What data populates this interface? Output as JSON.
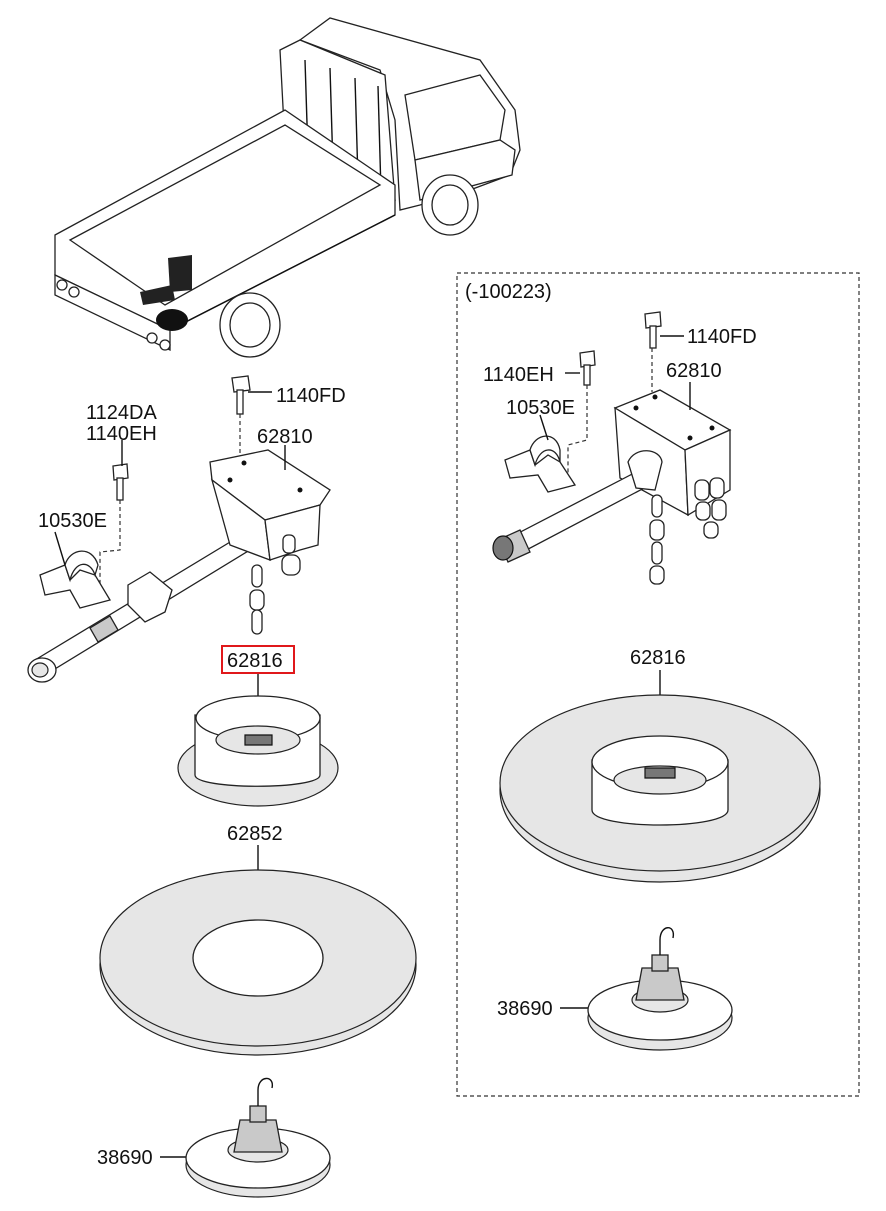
{
  "labels": {
    "main": {
      "p1140fd": "1140FD",
      "p62810": "62810",
      "p1124da": "1124DA",
      "p1140eh": "1140EH",
      "p10530e": "10530E",
      "p62816": "62816",
      "p62852": "62852",
      "p38690": "38690"
    },
    "variant": {
      "header": "(-100223)",
      "p1140fd": "1140FD",
      "p1140eh": "1140EH",
      "p62810": "62810",
      "p10530e": "10530E",
      "p62816": "62816",
      "p38690": "38690"
    }
  },
  "colors": {
    "highlight": "#e0181b",
    "line": "#111111",
    "part_fill": "#c9c9c9"
  }
}
